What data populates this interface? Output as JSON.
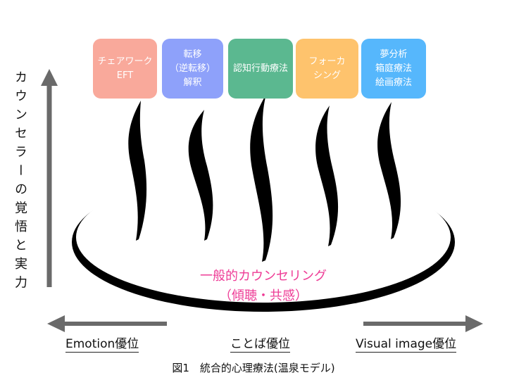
{
  "boxes": [
    {
      "lines": [
        "チェアワーク",
        "EFT"
      ],
      "color": "#F9A99B"
    },
    {
      "lines": [
        "転移",
        "（逆転移）",
        "解釈"
      ],
      "color": "#8EA1FA"
    },
    {
      "lines": [
        "認知行動療法"
      ],
      "color": "#5BB890"
    },
    {
      "lines": [
        "フォーカ",
        "シング"
      ],
      "color": "#FEC36D"
    },
    {
      "lines": [
        "夢分析",
        "箱庭療法",
        "絵画療法"
      ],
      "color": "#56B7FC"
    }
  ],
  "vertical_axis_label": "カウンセラーの覚悟と実力",
  "base": {
    "line1": "一般的カウンセリング",
    "line2": "（傾聴・共感）",
    "color": "#EE3C96"
  },
  "horizontal_axis": {
    "left": "Emotion優位",
    "center": "ことば優位",
    "right": "Visual image優位"
  },
  "caption": "図1　統合的心理療法(温泉モデル)",
  "colors": {
    "arrow": "#6A6A6A",
    "steam": "#000000"
  }
}
